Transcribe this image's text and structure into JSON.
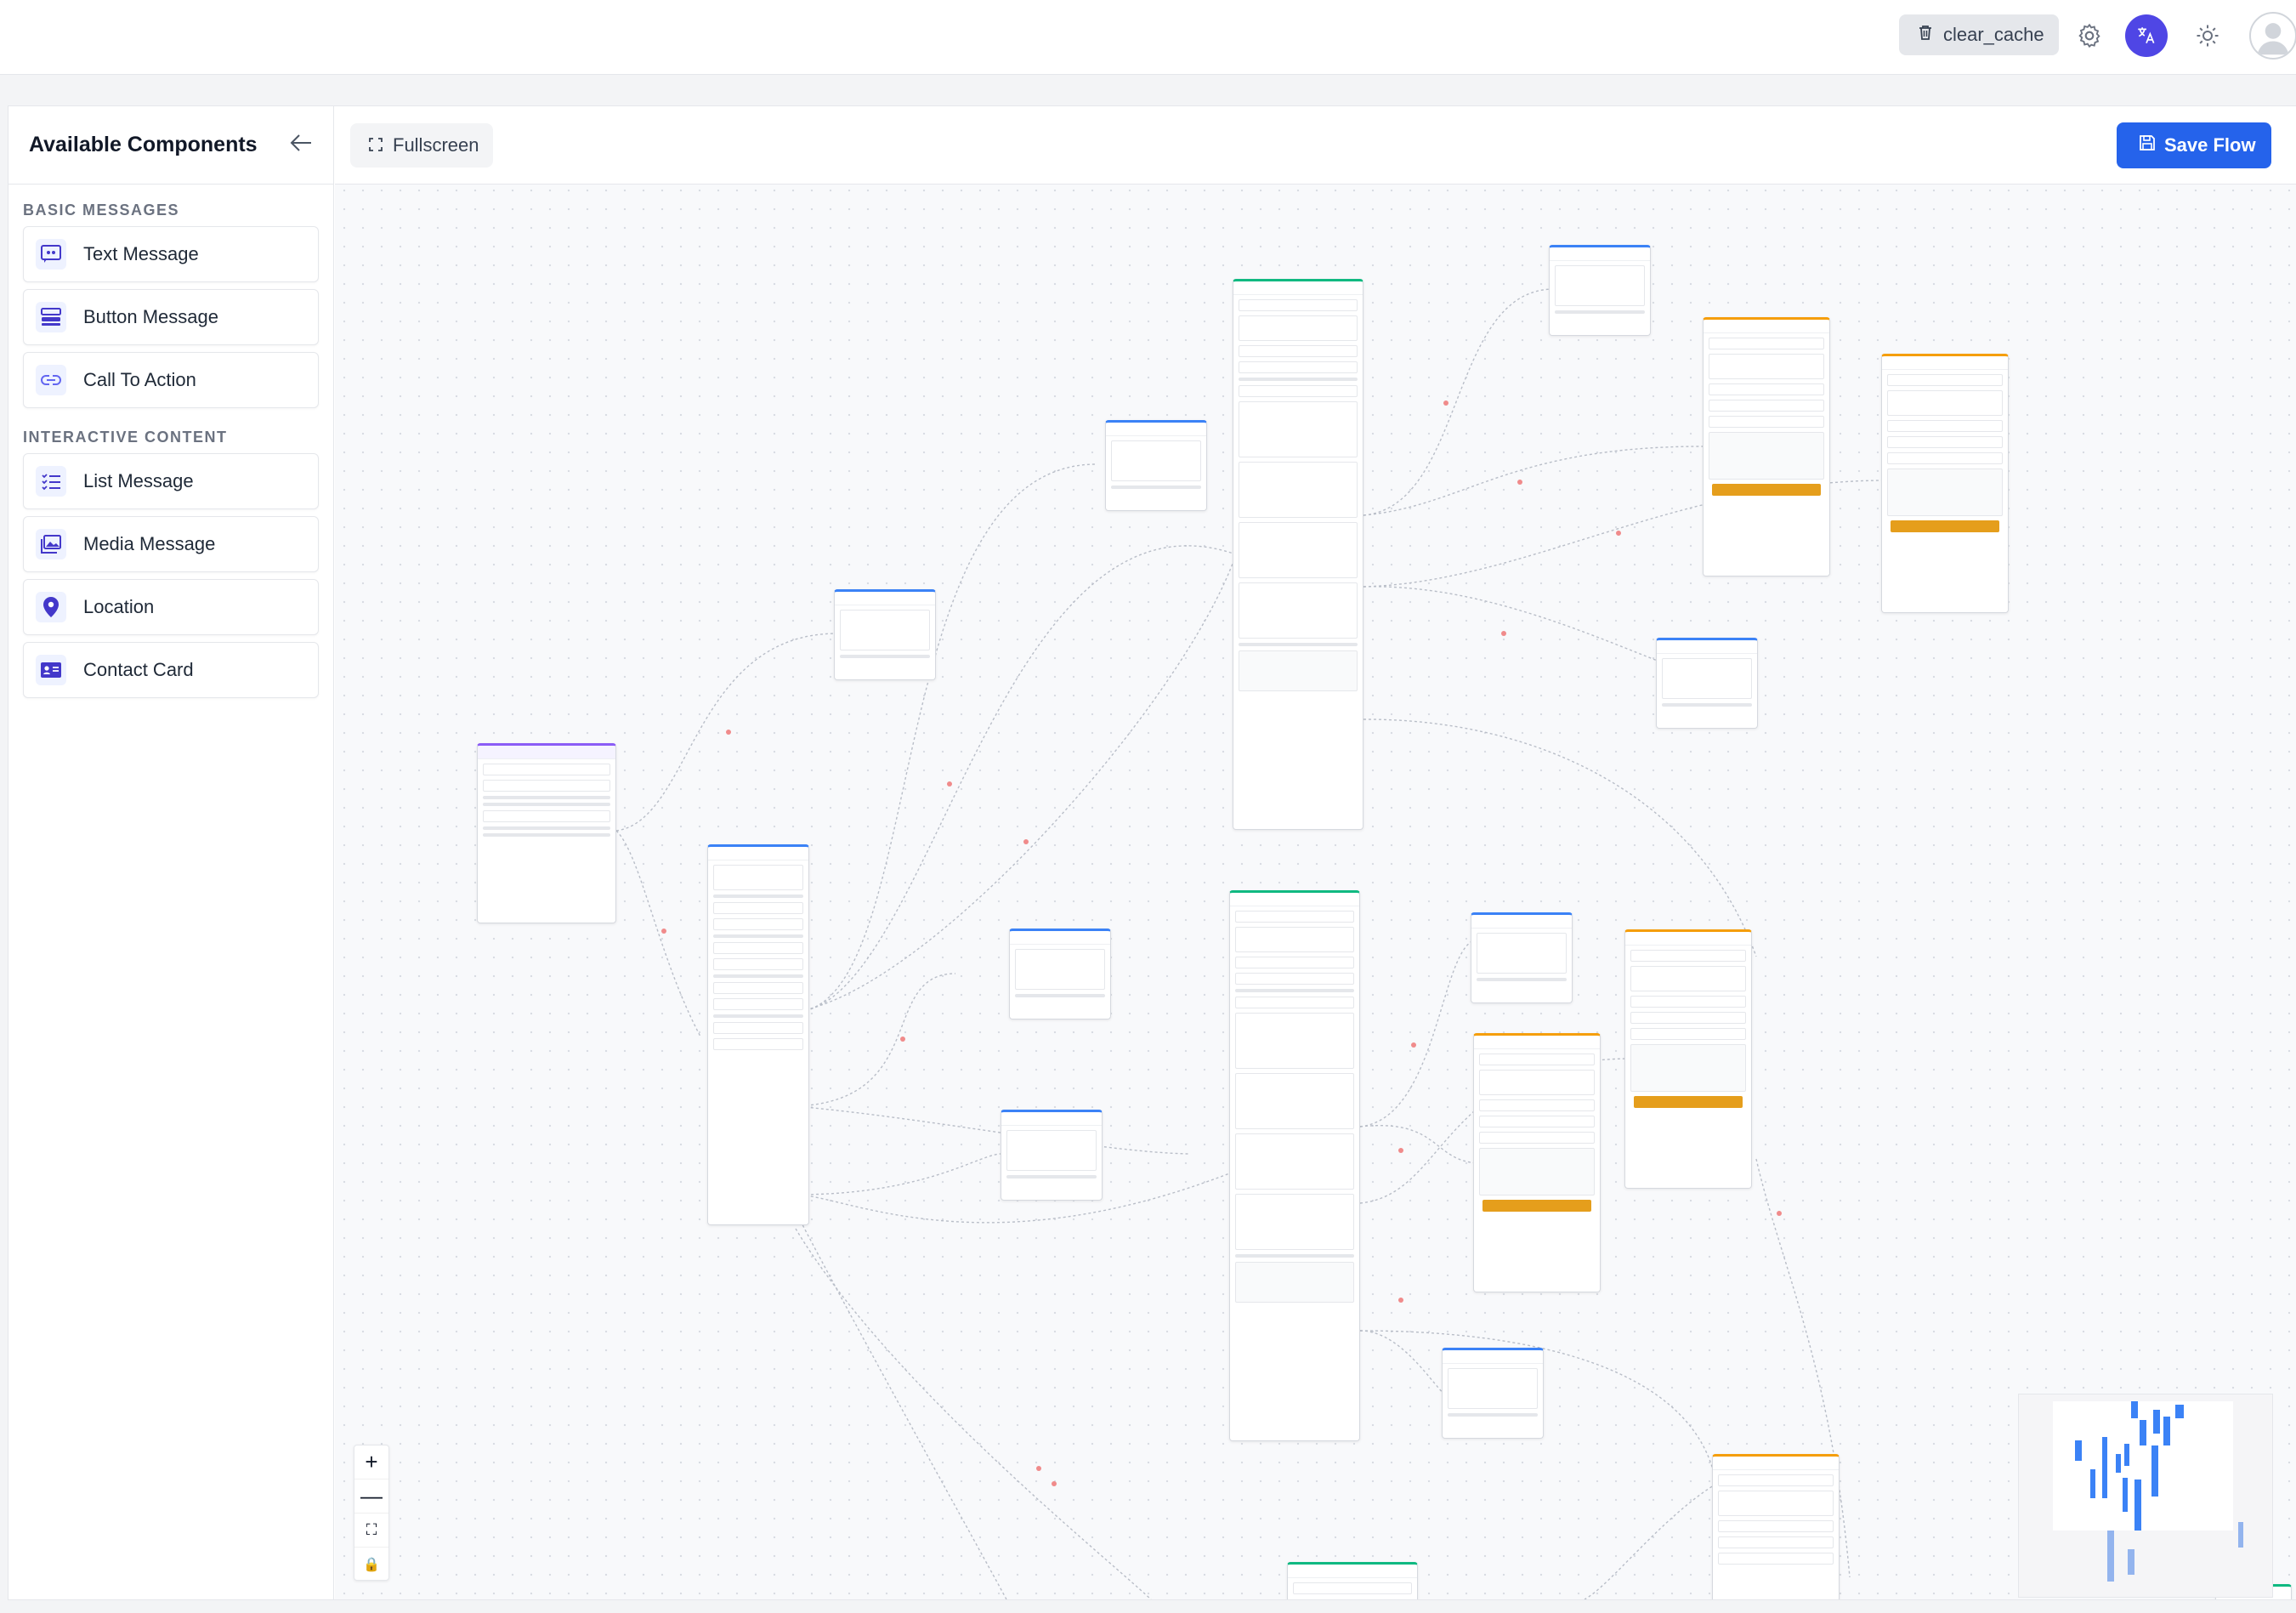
{
  "header": {
    "clear_cache_label": "clear_cache",
    "icons": [
      "trash-icon",
      "gear-icon",
      "translate-icon",
      "sun-icon",
      "user-avatar"
    ]
  },
  "sidebar": {
    "title": "Available Components",
    "sections": [
      {
        "title": "BASIC MESSAGES",
        "items": [
          {
            "label": "Text Message",
            "icon": "quote-icon"
          },
          {
            "label": "Button Message",
            "icon": "button-stack-icon"
          },
          {
            "label": "Call To Action",
            "icon": "link-icon"
          }
        ]
      },
      {
        "title": "INTERACTIVE CONTENT",
        "items": [
          {
            "label": "List Message",
            "icon": "list-icon"
          },
          {
            "label": "Media Message",
            "icon": "image-icon"
          },
          {
            "label": "Location",
            "icon": "location-pin-icon"
          },
          {
            "label": "Contact Card",
            "icon": "contact-card-icon"
          }
        ]
      }
    ]
  },
  "toolbar": {
    "fullscreen_label": "Fullscreen",
    "save_label": "Save Flow"
  },
  "colors": {
    "primary": "#2563eb",
    "accent": "#4f46e5",
    "cta_button": "#e59e1c",
    "node_text": "#3b82f6",
    "node_list": "#10b981",
    "node_cta": "#f59e0b",
    "node_trigger": "#8b5cf6"
  },
  "canvas": {
    "controls": [
      "+",
      "—",
      "⛶",
      "🔒"
    ],
    "nodes": [
      {
        "type": "Start Trigger",
        "kind": "trigger"
      },
      {
        "type": "Button Message",
        "kind": "button"
      },
      {
        "type": "Text Message",
        "kind": "text"
      },
      {
        "type": "List Message",
        "kind": "list"
      },
      {
        "type": "Call to Action",
        "kind": "cta"
      }
    ]
  }
}
